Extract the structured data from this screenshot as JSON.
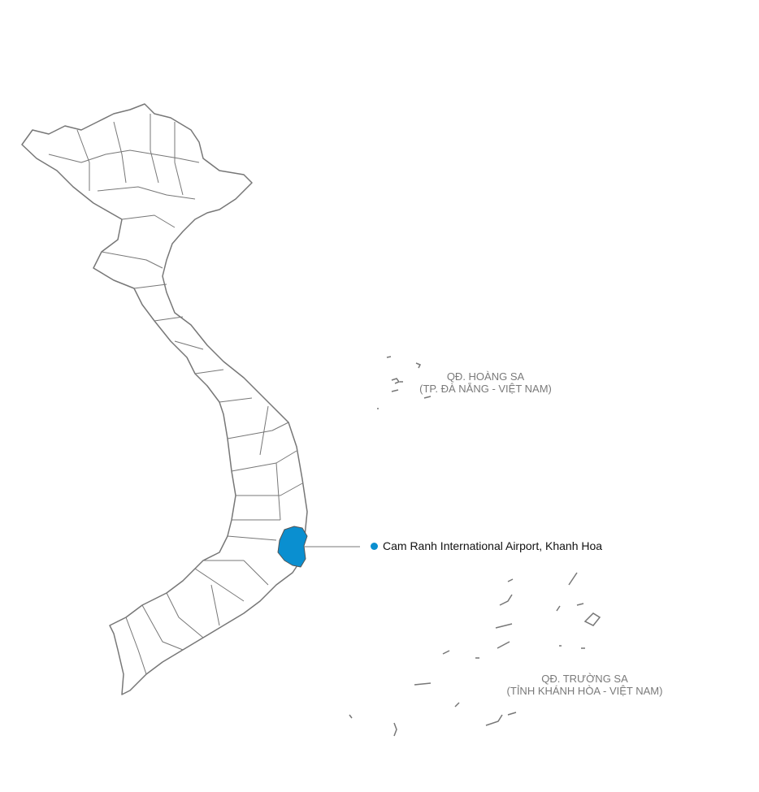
{
  "map": {
    "highlight_color": "#0a8fd0",
    "border_color": "#777777",
    "highlighted_region": "Khanh Hoa",
    "marker_label": "Cam Ranh International Airport, Khanh Hoa",
    "hoang_sa": {
      "line1": "QĐ. HOÀNG SA",
      "line2": "(TP. ĐÀ NẴNG - VIỆT NAM)"
    },
    "truong_sa": {
      "line1": "QĐ. TRƯỜNG SA",
      "line2": "(TỈNH KHÁNH HÒA - VIỆT NAM)"
    }
  }
}
